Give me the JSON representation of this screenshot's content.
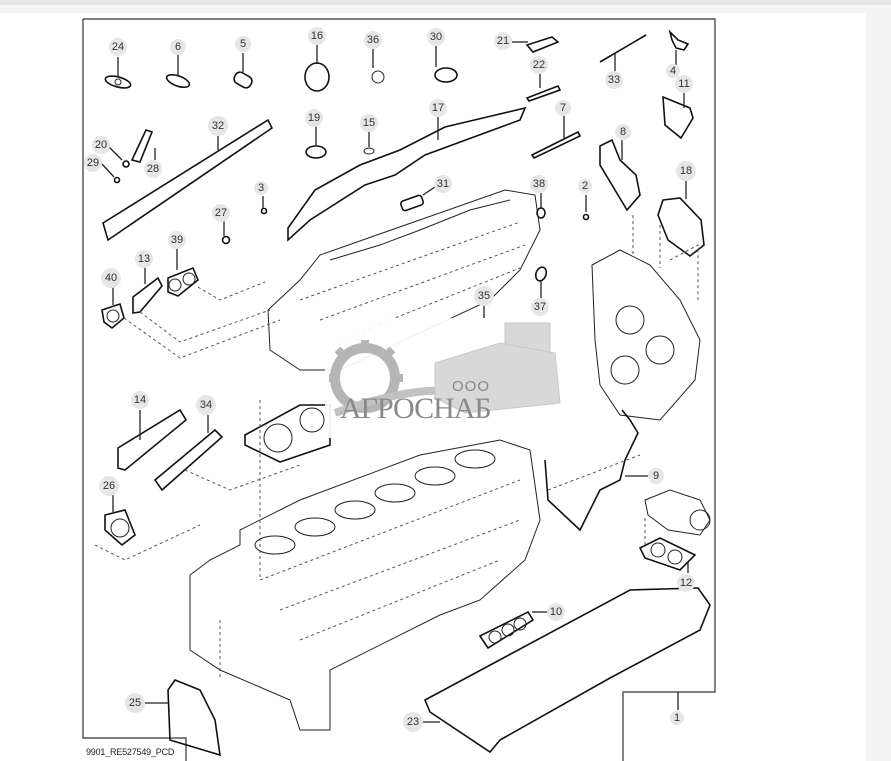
{
  "page": {
    "background": "#f3f3f3",
    "card_background": "#ffffff"
  },
  "diagram": {
    "type": "exploded-parts-diagram",
    "subject": "Engine gasket kit",
    "caption": "9901_RE527549_PCD",
    "callouts": [
      {
        "id": "24",
        "label": "24"
      },
      {
        "id": "6",
        "label": "6"
      },
      {
        "id": "5",
        "label": "5"
      },
      {
        "id": "16",
        "label": "16"
      },
      {
        "id": "36",
        "label": "36"
      },
      {
        "id": "30",
        "label": "30"
      },
      {
        "id": "21",
        "label": "21"
      },
      {
        "id": "22",
        "label": "22"
      },
      {
        "id": "33",
        "label": "33"
      },
      {
        "id": "4",
        "label": "4"
      },
      {
        "id": "11",
        "label": "11"
      },
      {
        "id": "32",
        "label": "32"
      },
      {
        "id": "19",
        "label": "19"
      },
      {
        "id": "15",
        "label": "15"
      },
      {
        "id": "17",
        "label": "17"
      },
      {
        "id": "7",
        "label": "7"
      },
      {
        "id": "8",
        "label": "8"
      },
      {
        "id": "20",
        "label": "20"
      },
      {
        "id": "29",
        "label": "29"
      },
      {
        "id": "28",
        "label": "28"
      },
      {
        "id": "3",
        "label": "3"
      },
      {
        "id": "31",
        "label": "31"
      },
      {
        "id": "38",
        "label": "38"
      },
      {
        "id": "2",
        "label": "2"
      },
      {
        "id": "18",
        "label": "18"
      },
      {
        "id": "27",
        "label": "27"
      },
      {
        "id": "13",
        "label": "13"
      },
      {
        "id": "39",
        "label": "39"
      },
      {
        "id": "40",
        "label": "40"
      },
      {
        "id": "35",
        "label": "35"
      },
      {
        "id": "37",
        "label": "37"
      },
      {
        "id": "14",
        "label": "14"
      },
      {
        "id": "34",
        "label": "34"
      },
      {
        "id": "9",
        "label": "9"
      },
      {
        "id": "26",
        "label": "26"
      },
      {
        "id": "12",
        "label": "12"
      },
      {
        "id": "10",
        "label": "10"
      },
      {
        "id": "25",
        "label": "25"
      },
      {
        "id": "23",
        "label": "23"
      },
      {
        "id": "1",
        "label": "1"
      }
    ]
  },
  "watermark": {
    "prefix": "ООО",
    "brand": "АГРОСНАБ"
  }
}
